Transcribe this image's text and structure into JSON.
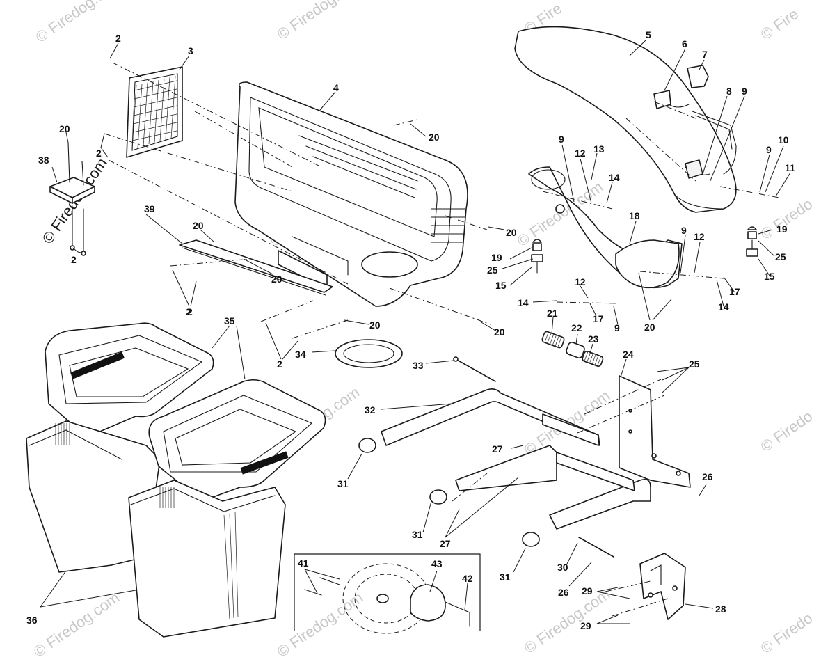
{
  "watermark": {
    "text": "© Firedog.com",
    "short": "© Fire",
    "short2": "© Firedo"
  },
  "parts": [
    {
      "id": "p2a",
      "label": "2"
    },
    {
      "id": "p3",
      "label": "3"
    },
    {
      "id": "p4",
      "label": "4"
    },
    {
      "id": "p5",
      "label": "5"
    },
    {
      "id": "p6",
      "label": "6"
    },
    {
      "id": "p7",
      "label": "7"
    },
    {
      "id": "p8",
      "label": "8"
    },
    {
      "id": "p9a",
      "label": "9"
    },
    {
      "id": "p9b",
      "label": "9"
    },
    {
      "id": "p10",
      "label": "10"
    },
    {
      "id": "p11",
      "label": "11"
    },
    {
      "id": "p20a",
      "label": "20"
    },
    {
      "id": "p20b",
      "label": "20"
    },
    {
      "id": "p38",
      "label": "38"
    },
    {
      "id": "p2b",
      "label": "2"
    },
    {
      "id": "p9c",
      "label": "9"
    },
    {
      "id": "p12a",
      "label": "12"
    },
    {
      "id": "p13",
      "label": "13"
    },
    {
      "id": "p14a",
      "label": "14"
    },
    {
      "id": "p39",
      "label": "39"
    },
    {
      "id": "p20c",
      "label": "20"
    },
    {
      "id": "p20d",
      "label": "20"
    },
    {
      "id": "p18",
      "label": "18"
    },
    {
      "id": "p9d",
      "label": "9"
    },
    {
      "id": "p12b",
      "label": "12"
    },
    {
      "id": "p19a",
      "label": "19"
    },
    {
      "id": "p25a",
      "label": "25"
    },
    {
      "id": "p19b",
      "label": "19"
    },
    {
      "id": "p25b",
      "label": "25"
    },
    {
      "id": "p15a",
      "label": "15"
    },
    {
      "id": "p15b",
      "label": "15"
    },
    {
      "id": "p2c",
      "label": "2"
    },
    {
      "id": "p20e",
      "label": "20"
    },
    {
      "id": "p12c",
      "label": "12"
    },
    {
      "id": "p14b",
      "label": "14"
    },
    {
      "id": "p17a",
      "label": "17"
    },
    {
      "id": "p17b",
      "label": "17"
    },
    {
      "id": "p14c",
      "label": "14"
    },
    {
      "id": "p9e",
      "label": "9"
    },
    {
      "id": "p20f",
      "label": "20"
    },
    {
      "id": "p2d",
      "label": "2"
    },
    {
      "id": "p35",
      "label": "35"
    },
    {
      "id": "p21",
      "label": "21"
    },
    {
      "id": "p22",
      "label": "22"
    },
    {
      "id": "p23",
      "label": "23"
    },
    {
      "id": "p20g",
      "label": "20"
    },
    {
      "id": "p20h",
      "label": "20"
    },
    {
      "id": "p34",
      "label": "34"
    },
    {
      "id": "p2e",
      "label": "2"
    },
    {
      "id": "p33",
      "label": "33"
    },
    {
      "id": "p24",
      "label": "24"
    },
    {
      "id": "p25c",
      "label": "25"
    },
    {
      "id": "p32",
      "label": "32"
    },
    {
      "id": "p27a",
      "label": "27"
    },
    {
      "id": "p31a",
      "label": "31"
    },
    {
      "id": "p26a",
      "label": "26"
    },
    {
      "id": "p31b",
      "label": "31"
    },
    {
      "id": "p27b",
      "label": "27"
    },
    {
      "id": "p31c",
      "label": "31"
    },
    {
      "id": "p30",
      "label": "30"
    },
    {
      "id": "p41",
      "label": "41"
    },
    {
      "id": "p43",
      "label": "43"
    },
    {
      "id": "p42",
      "label": "42"
    },
    {
      "id": "p26b",
      "label": "26"
    },
    {
      "id": "p29a",
      "label": "29"
    },
    {
      "id": "p28",
      "label": "28"
    },
    {
      "id": "p29b",
      "label": "29"
    },
    {
      "id": "p36",
      "label": "36"
    }
  ]
}
